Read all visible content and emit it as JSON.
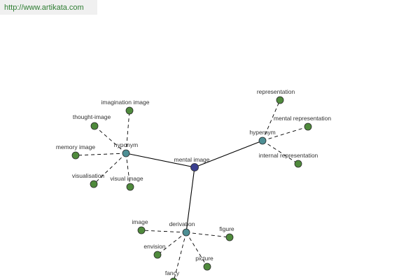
{
  "source_link": "http://www.artikata.com",
  "colors": {
    "center": "#3a3f8f",
    "relation": "#4e8f94",
    "leaf": "#4f8a3c",
    "edge": "#000000",
    "stroke": "#2a2a2a"
  },
  "nodes": [
    {
      "id": "mental-image",
      "label": "mental image",
      "kind": "center"
    },
    {
      "id": "hyponym",
      "label": "hyponym",
      "kind": "relation"
    },
    {
      "id": "hypernym",
      "label": "hypernym",
      "kind": "relation"
    },
    {
      "id": "derivation",
      "label": "derivation",
      "kind": "relation"
    },
    {
      "id": "imagination-image",
      "label": "imagination image",
      "kind": "leaf"
    },
    {
      "id": "thought-image",
      "label": "thought-image",
      "kind": "leaf"
    },
    {
      "id": "memory-image",
      "label": "memory image",
      "kind": "leaf"
    },
    {
      "id": "visualisation",
      "label": "visualisation",
      "kind": "leaf"
    },
    {
      "id": "visual-image",
      "label": "visual image",
      "kind": "leaf"
    },
    {
      "id": "representation",
      "label": "representation",
      "kind": "leaf"
    },
    {
      "id": "mental-representation",
      "label": "mental representation",
      "kind": "leaf"
    },
    {
      "id": "internal-representation",
      "label": "internal representation",
      "kind": "leaf"
    },
    {
      "id": "image",
      "label": "image",
      "kind": "leaf"
    },
    {
      "id": "figure",
      "label": "figure",
      "kind": "leaf"
    },
    {
      "id": "envision",
      "label": "envision",
      "kind": "leaf"
    },
    {
      "id": "picture",
      "label": "picture",
      "kind": "leaf"
    },
    {
      "id": "fancy",
      "label": "fancy",
      "kind": "leaf"
    }
  ],
  "edges": [
    {
      "from": "mental-image",
      "to": "hyponym",
      "style": "solid"
    },
    {
      "from": "mental-image",
      "to": "hypernym",
      "style": "solid"
    },
    {
      "from": "mental-image",
      "to": "derivation",
      "style": "solid"
    },
    {
      "from": "hyponym",
      "to": "imagination-image",
      "style": "dashed"
    },
    {
      "from": "hyponym",
      "to": "thought-image",
      "style": "dashed"
    },
    {
      "from": "hyponym",
      "to": "memory-image",
      "style": "dashed"
    },
    {
      "from": "hyponym",
      "to": "visualisation",
      "style": "dashed"
    },
    {
      "from": "hyponym",
      "to": "visual-image",
      "style": "dashed"
    },
    {
      "from": "hypernym",
      "to": "representation",
      "style": "dashed"
    },
    {
      "from": "hypernym",
      "to": "mental-representation",
      "style": "dashed"
    },
    {
      "from": "hypernym",
      "to": "internal-representation",
      "style": "dashed"
    },
    {
      "from": "derivation",
      "to": "image",
      "style": "dashed"
    },
    {
      "from": "derivation",
      "to": "figure",
      "style": "dashed"
    },
    {
      "from": "derivation",
      "to": "envision",
      "style": "dashed"
    },
    {
      "from": "derivation",
      "to": "picture",
      "style": "dashed"
    },
    {
      "from": "derivation",
      "to": "fancy",
      "style": "dashed"
    }
  ]
}
